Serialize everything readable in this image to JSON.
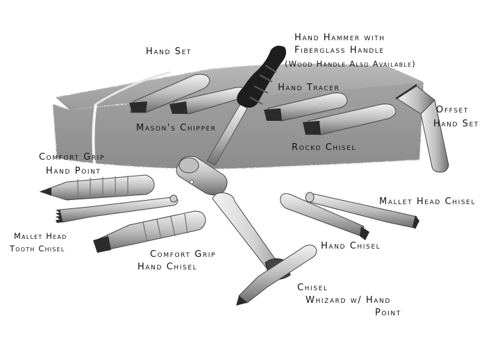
{
  "labels": {
    "hand_set": "Hand Set",
    "hand_hammer_1": "Hand Hammer with",
    "hand_hammer_2": "Fiberglass Handle",
    "hand_hammer_3": "(Wood Handle Also Available)",
    "hand_tracer": "Hand Tracer",
    "offset_1": "Offset",
    "offset_2": "Hand Set",
    "masons_chipper": "Mason's Chipper",
    "rocko_chisel": "Rocko Chisel",
    "comfort_grip_point_1": "Comfort Grip",
    "comfort_grip_point_2": "Hand Point",
    "mallet_head_chisel": "Mallet Head Chisel",
    "mallet_tooth_1": "Mallet Head",
    "mallet_tooth_2": "Tooth Chisel",
    "comfort_grip_chisel_1": "Comfort Grip",
    "comfort_grip_chisel_2": "Hand Chisel",
    "hand_chisel": "Hand Chisel",
    "whizard_1": "Chisel",
    "whizard_2": "Whizard w/ Hand",
    "whizard_3": "Point"
  },
  "colors": {
    "stone": "#9c9c9c",
    "stone_dark": "#6f6f6f",
    "steel_light": "#dcdcdc",
    "steel_mid": "#a9a9a9",
    "steel_dark": "#3a3a3a",
    "handle_black": "#1e1e1e",
    "ink": "#111111"
  }
}
